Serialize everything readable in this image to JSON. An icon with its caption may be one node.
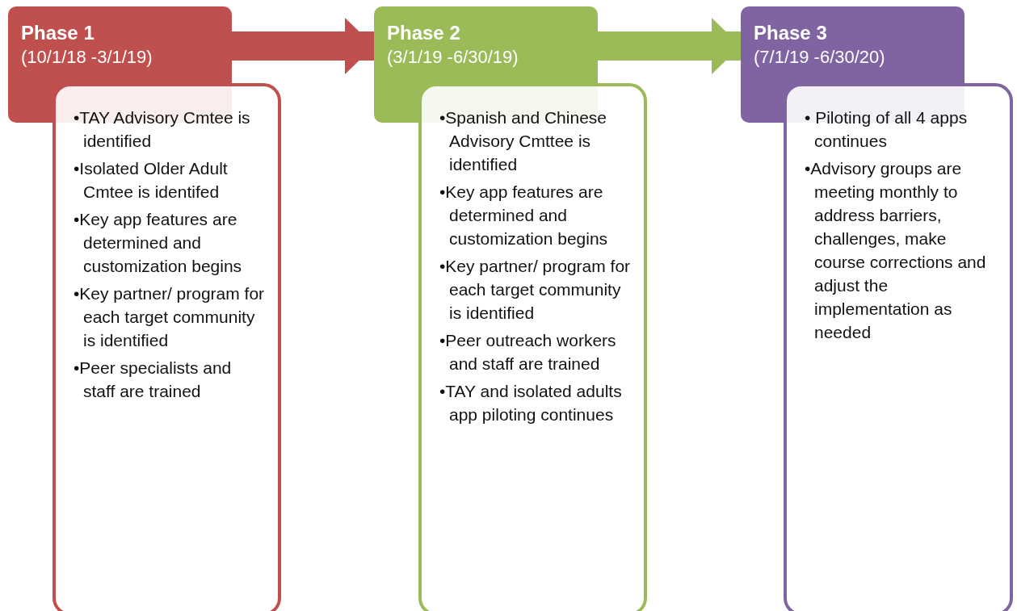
{
  "diagram": {
    "nodes": [
      {
        "text": [
          "Phase 1",
          "(10/1/18 -3/1/19)"
        ]
      },
      {
        "text": [
          "•TAY Advisory Cmtee is identified",
          "•Isolated Older Adult Cmtee is identifed",
          "•Key app features are determined and customization begins",
          "•Key partner/ program for each target community is identified",
          "•Peer specialists and staff are trained"
        ]
      },
      {
        "text": [
          "Phase 2",
          "(3/1/19 -6/30/19)"
        ]
      },
      {
        "text": [
          "•Spanish and Chinese Advisory Cmttee is identified",
          "•Key app features are determined and customization begins",
          "•Key partner/ program for each target community is identified",
          "•Peer outreach workers and staff are trained",
          "•TAY and isolated adults app piloting continues"
        ]
      },
      {
        "text": [
          "Phase 3",
          "(7/1/19 -6/30/20)"
        ]
      },
      {
        "text": [
          "• Piloting of all 4 apps continues",
          "•Advisory groups are meeting monthly to address barriers, challenges, make course corrections and adjust the implementation as needed"
        ]
      }
    ],
    "edges": [
      {
        "from": 0,
        "to": 2,
        "arrow": "to",
        "color": "#c0504d"
      },
      {
        "from": 2,
        "to": 4,
        "arrow": "to",
        "color": "#9bbb59"
      }
    ]
  }
}
